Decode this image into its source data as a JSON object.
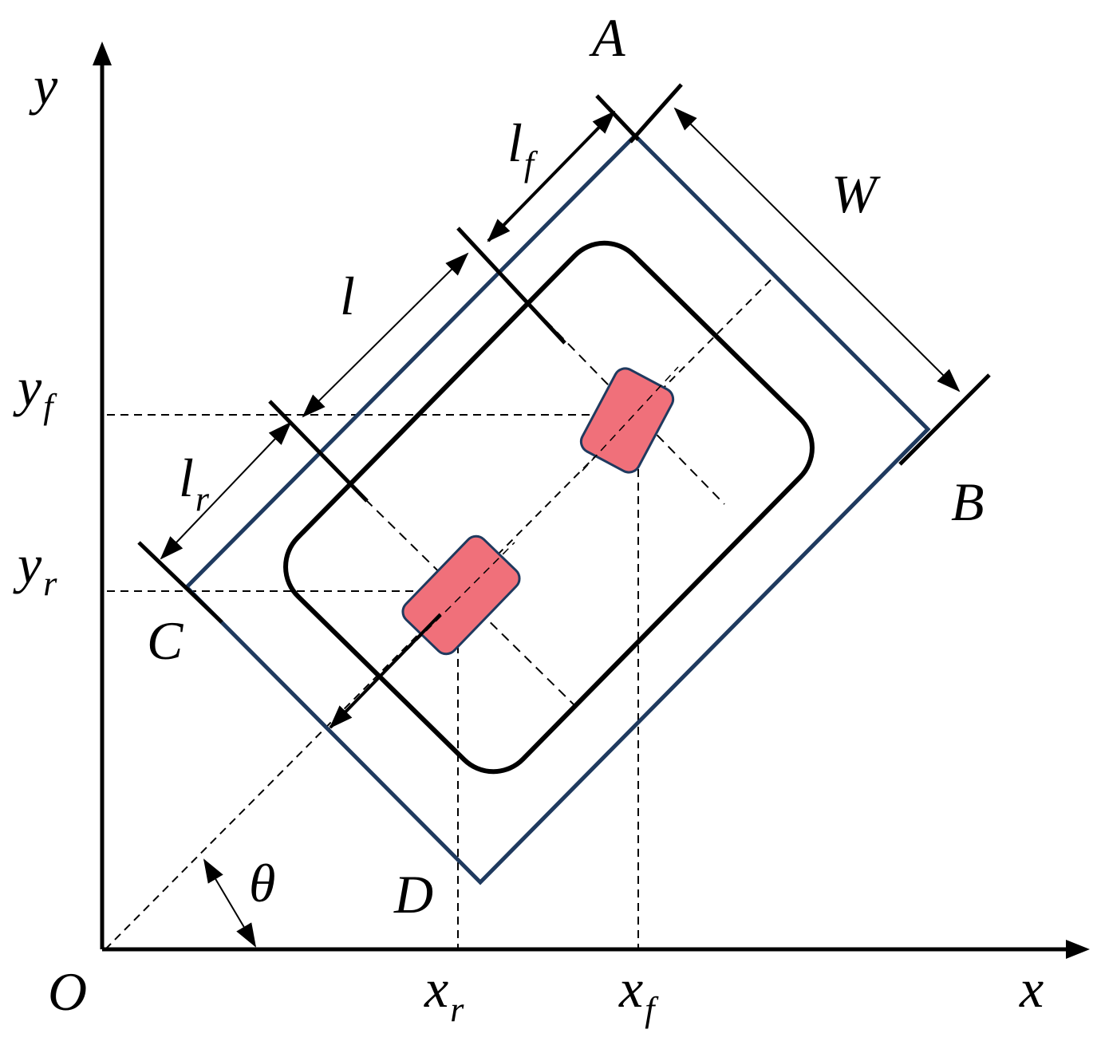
{
  "labels": {
    "y_axis": "y",
    "x_axis": "x",
    "origin": "O",
    "corner_a": "A",
    "corner_b": "B",
    "corner_c": "C",
    "corner_d": "D",
    "width": "W",
    "wheelbase": "l",
    "front_len": "l",
    "front_len_sub": "f",
    "rear_len": "l",
    "rear_len_sub": "r",
    "y_front": "y",
    "y_front_sub": "f",
    "y_rear": "y",
    "y_rear_sub": "r",
    "x_rear": "x",
    "x_rear_sub": "r",
    "x_front": "x",
    "x_front_sub": "f",
    "angle": "θ"
  },
  "colors": {
    "outline": "#1f3a5f",
    "axis": "#000000",
    "wheel_fill": "#f0707a",
    "wheel_stroke": "#1f3a5f"
  }
}
